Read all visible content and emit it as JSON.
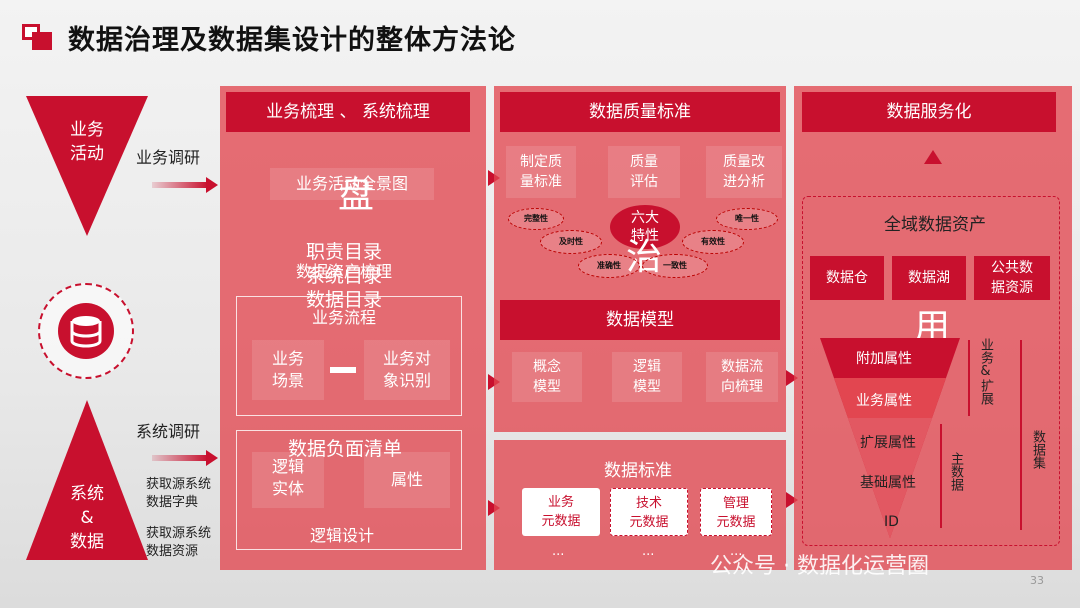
{
  "title": "数据治理及数据集设计的整体方法论",
  "page_number": "33",
  "left": {
    "top_funnel": [
      "业务",
      "活动"
    ],
    "bottom_funnel": [
      "系统",
      "&",
      "数据"
    ],
    "biz_research": "业务调研",
    "sys_research": "系统调研",
    "get_dict": [
      "获取源系统",
      "数据字典"
    ],
    "get_res": [
      "获取源系统",
      "数据资源"
    ]
  },
  "col1": {
    "header": "业务梳理 、 系统梳理",
    "panorama": "业务活动全景图",
    "overlay_big": "盘",
    "overlay_lines": [
      "职责目录",
      "系统目录",
      "数据目录"
    ],
    "asset_sort": "数据资产梳理",
    "flow_title": "业务流程",
    "scene": [
      "业务",
      "场景"
    ],
    "obj": [
      "业务对",
      "象识别"
    ],
    "neg_list": "数据负面清单",
    "entity": [
      "逻辑",
      "实体"
    ],
    "attr": "属性",
    "logic_design": "逻辑设计"
  },
  "col2": {
    "quality_header": "数据质量标准",
    "q1": [
      "制定质",
      "量标准"
    ],
    "q2": [
      "质量",
      "评估"
    ],
    "q3": [
      "质量改",
      "进分析"
    ],
    "six": [
      "六大",
      "特性"
    ],
    "overlay_big": "治",
    "props": [
      "完整性",
      "及时性",
      "准确性",
      "一致性",
      "有效性",
      "唯一性"
    ],
    "model_header": "数据模型",
    "m1": [
      "概念",
      "模型"
    ],
    "m2": [
      "逻辑",
      "模型"
    ],
    "m3": [
      "数据流",
      "向梳理"
    ],
    "std_header": "数据标准",
    "std_chips": [
      [
        "业务",
        "元数据"
      ],
      [
        "技术",
        "元数据"
      ],
      [
        "管理",
        "元数据"
      ]
    ],
    "ellipsis": "..."
  },
  "col3": {
    "header": "数据服务化",
    "asset_title": "全域数据资产",
    "chips": [
      [
        "数据仓"
      ],
      [
        "数据湖"
      ],
      [
        "公共数",
        "据资源"
      ]
    ],
    "overlay_big": "用",
    "layers": [
      "附加属性",
      "业务属性",
      "扩展属性",
      "基础属性",
      "ID"
    ],
    "biz_ext": "业务&扩展",
    "master": "主数据",
    "dataset": "数据集"
  },
  "watermark": "公众号 · 数据化运营圈"
}
